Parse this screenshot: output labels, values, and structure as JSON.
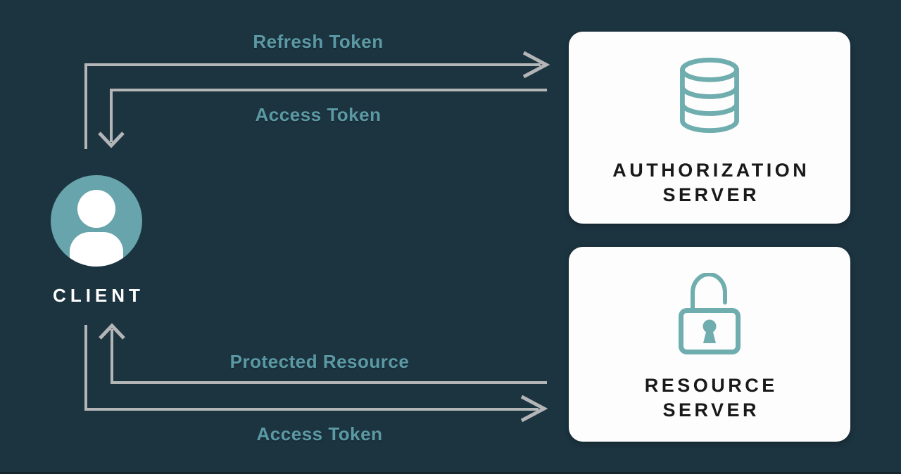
{
  "diagram": {
    "client": {
      "label": "CLIENT"
    },
    "servers": [
      {
        "id": "authorization-server",
        "label_line1": "AUTHORIZATION",
        "label_line2": "SERVER",
        "icon": "database-icon"
      },
      {
        "id": "resource-server",
        "label_line1": "RESOURCE",
        "label_line2": "SERVER",
        "icon": "lock-icon"
      }
    ],
    "arrows": [
      {
        "label": "Refresh Token",
        "from": "client",
        "to": "authorization-server",
        "direction": "right"
      },
      {
        "label": "Access Token",
        "from": "authorization-server",
        "to": "client",
        "direction": "down-to-client"
      },
      {
        "label": "Protected Resource",
        "from": "resource-server",
        "to": "client",
        "direction": "up-to-client"
      },
      {
        "label": "Access Token",
        "from": "client",
        "to": "resource-server",
        "direction": "right"
      }
    ]
  },
  "colors": {
    "bg": "#1c3440",
    "teal-label": "#5b9aa5",
    "teal-icon": "#6fadae",
    "teal-avatar": "#67a4ab",
    "line-gray": "#b4b5b7",
    "box-bg": "#fdfdfd",
    "box-text": "#191919",
    "client-text": "#ffffff"
  }
}
